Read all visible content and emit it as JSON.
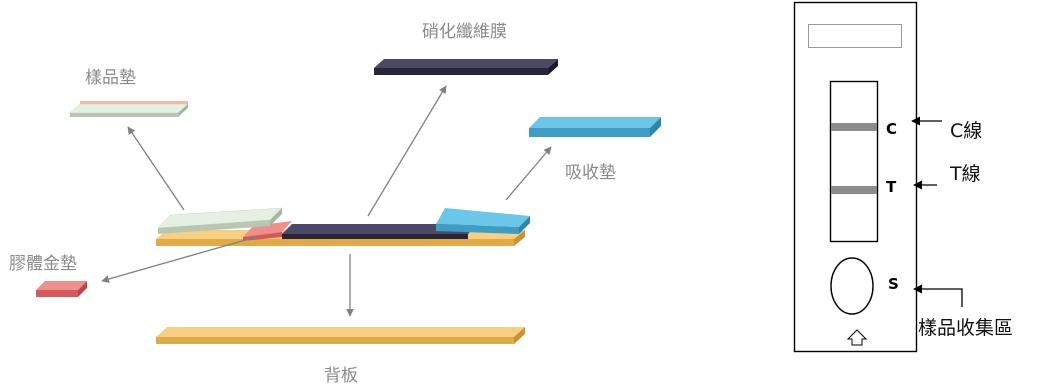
{
  "left_diagram": {
    "labels": {
      "sample_pad": "樣品墊",
      "nc_membrane": "硝化纖維膜",
      "absorbent_pad": "吸收墊",
      "conjugate_pad": "膠體金墊",
      "backing": "背板"
    },
    "colors": {
      "sample_pad": "#dfe9dc",
      "nc_membrane": "#3c3a55",
      "absorbent_pad": "#5ab8dc",
      "conjugate_pad": "#ec7a7a",
      "backing": "#f5c875"
    }
  },
  "right_diagram": {
    "window_letters": {
      "control": "C",
      "test": "T",
      "sample": "S"
    },
    "callouts": {
      "c_line": "C線",
      "t_line": "T線",
      "sample_area": "樣品收集區"
    },
    "line_color": "#8c8c8c"
  }
}
